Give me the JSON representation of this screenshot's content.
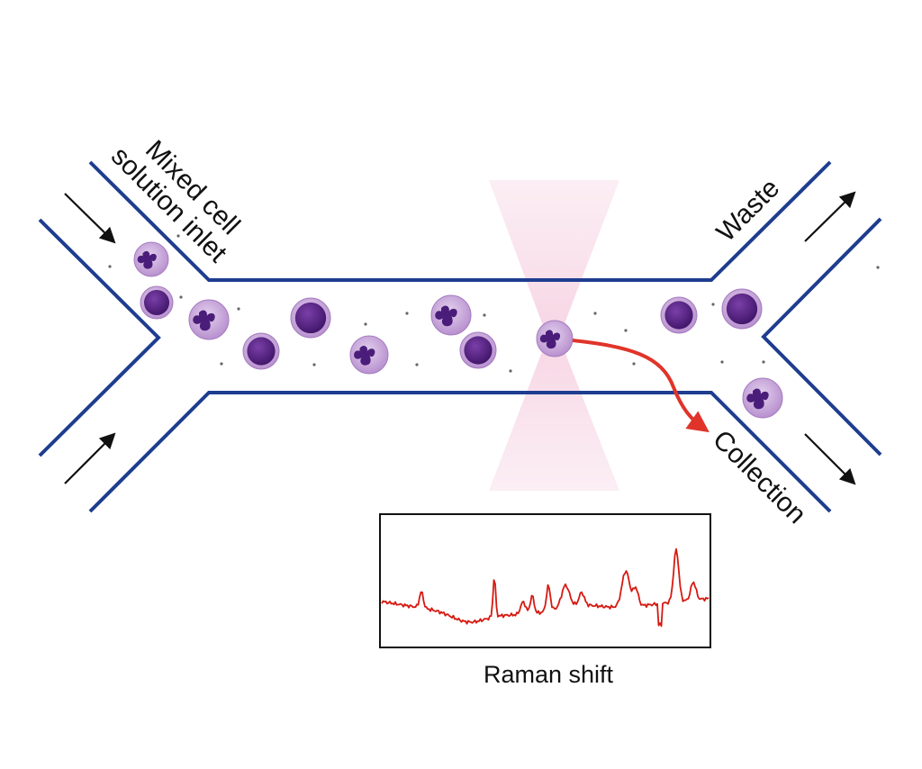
{
  "labels": {
    "inlet_line1": "Mixed cell",
    "inlet_line2": "solution inlet",
    "waste": "Waste",
    "collection": "Collection",
    "spectrum_axis": "Raman shift"
  },
  "colors": {
    "channel": "#1e3d8f",
    "cell_membrane": "#c6a6d6",
    "cell_nucleus": "#4b1d7a",
    "beam": "#f3c9dc",
    "sort_arrow": "#e0342a",
    "spectrum": "#d61a12",
    "flow_arrow": "#111111"
  },
  "cells": [
    {
      "kind": "granulocyte"
    },
    {
      "kind": "lymphocyte"
    },
    {
      "kind": "granulocyte"
    },
    {
      "kind": "lymphocyte"
    },
    {
      "kind": "lymphocyte"
    },
    {
      "kind": "granulocyte"
    },
    {
      "kind": "granulocyte"
    },
    {
      "kind": "lymphocyte"
    },
    {
      "kind": "granulocyte"
    },
    {
      "kind": "lymphocyte"
    },
    {
      "kind": "lymphocyte"
    },
    {
      "kind": "granulocyte"
    }
  ],
  "icons": {
    "flow_arrows": "flow-direction-arrow-icon",
    "laser": "laser-beam-icon",
    "sort": "sort-deflection-arrow-icon"
  }
}
